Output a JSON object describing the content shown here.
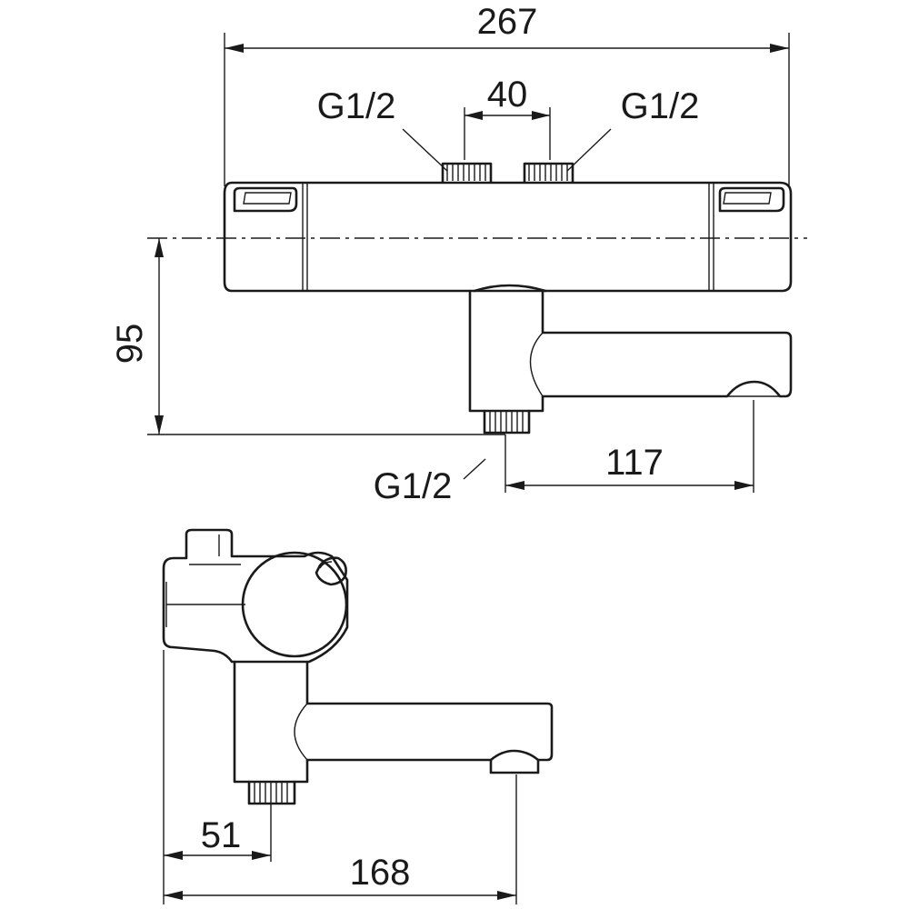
{
  "drawing": {
    "top_view": {
      "overall_width": "267",
      "inlet_spacing": "40",
      "inlet_left_thread": "G1/2",
      "inlet_right_thread": "G1/2",
      "outlet_height": "95",
      "outlet_thread": "G1/2",
      "spout_offset": "117"
    },
    "side_view": {
      "outlet_depth": "51",
      "overall_depth": "168"
    }
  }
}
